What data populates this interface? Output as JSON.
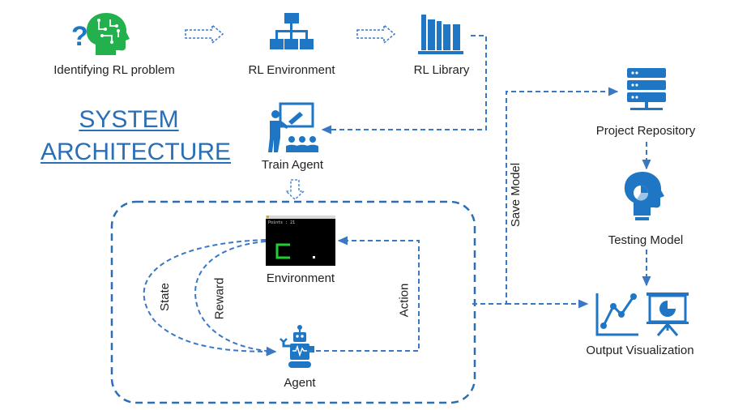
{
  "title": {
    "line1": "SYSTEM",
    "line2": "ARCHITECTURE"
  },
  "nodes": {
    "identify": {
      "label": "Identifying RL problem",
      "icon": "question-brain-icon"
    },
    "environment_top": {
      "label": "RL Environment",
      "icon": "hierarchy-icon"
    },
    "library": {
      "label": "RL Library",
      "icon": "books-icon"
    },
    "train": {
      "label": "Train Agent",
      "icon": "teacher-presentation-icon"
    },
    "environment_loop": {
      "label": "Environment",
      "icon": "game-screen-icon",
      "screen_text": "Points : 21"
    },
    "agent": {
      "label": "Agent",
      "icon": "robot-icon"
    },
    "repository": {
      "label": "Project Repository",
      "icon": "server-icon"
    },
    "testing": {
      "label": "Testing Model",
      "icon": "head-chart-icon"
    },
    "output": {
      "label": "Output Visualization",
      "icon": "chart-presentation-icon"
    }
  },
  "edges": {
    "state": "State",
    "reward": "Reward",
    "action": "Action",
    "save_model": "Save Model"
  },
  "colors": {
    "accent": "#2a6fb5",
    "icon": "#1e76c4",
    "brain": "#22b14c",
    "dash": "#3a78c4"
  }
}
